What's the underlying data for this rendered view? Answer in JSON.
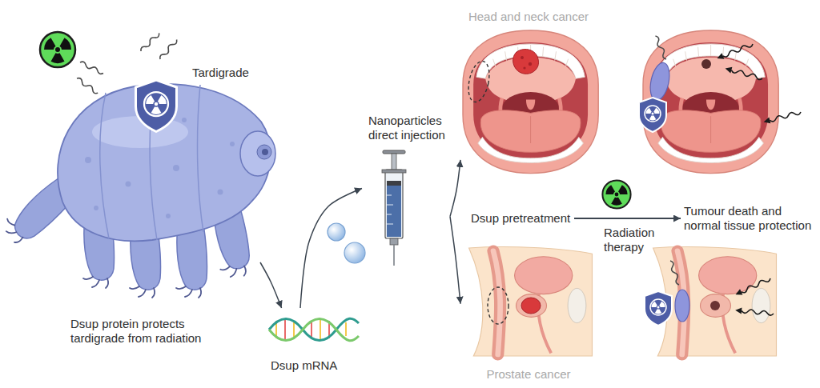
{
  "diagram": {
    "nodes": [
      {
        "text": [
          "Tardigrade",
          "Dsup protein protects tardigrade from radiation"
        ]
      },
      {
        "text": [
          "Dsup mRNA"
        ]
      },
      {
        "text": [
          "Nanoparticles direct injection"
        ]
      },
      {
        "text": [
          "Head and neck cancer"
        ]
      },
      {
        "text": [
          "Dsup pretreatment"
        ]
      },
      {
        "text": [
          "Prostate cancer"
        ]
      },
      {
        "text": [
          "Tumour death and normal tissue protection"
        ]
      }
    ],
    "edges": [
      {
        "from": 0,
        "to": 1,
        "arrow": "to"
      },
      {
        "from": 1,
        "to": 2,
        "arrow": "to"
      },
      {
        "from": 2,
        "to": 3,
        "arrow": "to"
      },
      {
        "from": 2,
        "to": 5,
        "arrow": "to"
      },
      {
        "from": 4,
        "to": 6,
        "label": "Radiation therapy",
        "arrow": "to"
      }
    ]
  }
}
